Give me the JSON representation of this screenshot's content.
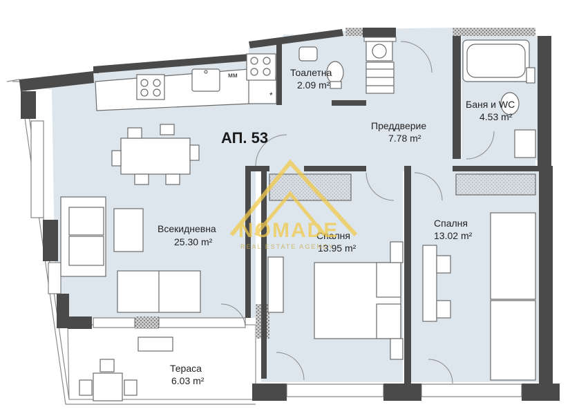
{
  "apartment_label": "АП. 53",
  "rooms": [
    {
      "key": "living",
      "name": "Всекидневна",
      "area": "25.30",
      "unit": "m²"
    },
    {
      "key": "wc",
      "name": "Тоалетна",
      "area": "2.09",
      "unit": "m²"
    },
    {
      "key": "hall",
      "name": "Преддверие",
      "area": "7.78",
      "unit": "m²"
    },
    {
      "key": "bath",
      "name": "Баня и WC",
      "area": "4.53",
      "unit": "m²"
    },
    {
      "key": "bed1",
      "name": "Спалня",
      "area": "13.95",
      "unit": "m²"
    },
    {
      "key": "bed2",
      "name": "Спалня",
      "area": "13.02",
      "unit": "m²"
    },
    {
      "key": "terrace",
      "name": "Тераса",
      "area": "6.03",
      "unit": "m²"
    }
  ],
  "fixtures": {
    "washer_label": "мм",
    "fridge_mark": "*"
  },
  "watermark": {
    "brand": "NOMADE",
    "tagline": "REAL ESTATE AGENCY"
  },
  "colors": {
    "floor": "#dde6ed",
    "wall": "#4a4a4a",
    "hatch": "#7a7a7a",
    "watermark": "#f2c94c"
  }
}
